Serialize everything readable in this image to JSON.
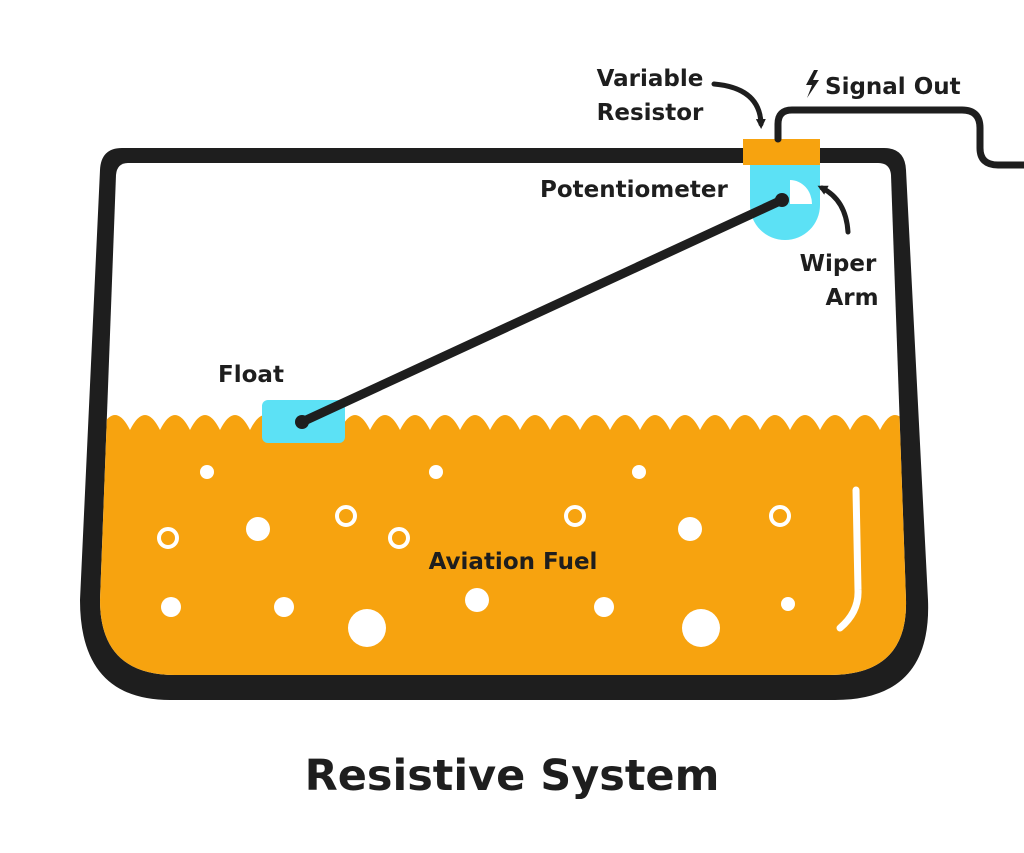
{
  "labels": {
    "variable_resistor_line1": "Variable",
    "variable_resistor_line2": "Resistor",
    "signal_out": "Signal Out",
    "potentiometer": "Potentiometer",
    "wiper_line1": "Wiper",
    "wiper_line2": "Arm",
    "float": "Float",
    "fuel": "Aviation Fuel"
  },
  "title": "Resistive System",
  "icons": {
    "signal": "lightning-bolt-icon"
  },
  "colors": {
    "tank_outline": "#1e1e1e",
    "fuel": "#f7a30f",
    "float": "#5ce1f5",
    "resistor": "#f7a30f",
    "bubbles": "#ffffff",
    "text": "#1e1e1e"
  }
}
